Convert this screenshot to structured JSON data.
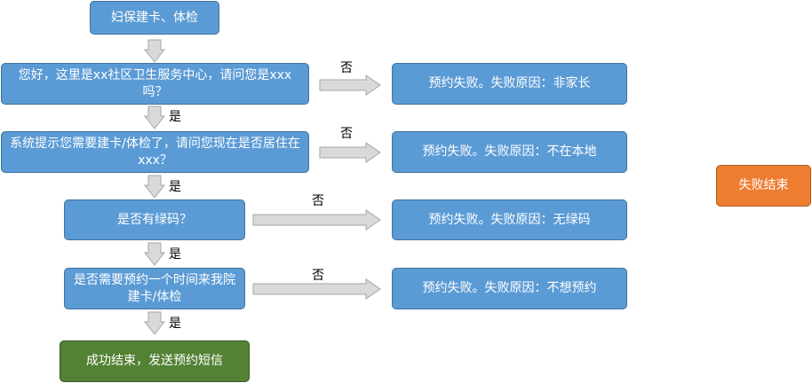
{
  "title": "妇保建卡、体检",
  "steps": [
    "您好，这里是xx社区卫生服务中心，请问您是xxx吗？",
    "系统提示您需要建卡/体检了，请问您现在是否居住在xxx？",
    "是否有绿码？",
    "是否需要预约一个时间来我院建卡/体检"
  ],
  "failures": [
    "预约失败。失败原因：非家长",
    "预约失败。失败原因：不在本地",
    "预约失败。失败原因：无绿码",
    "预约失败。失败原因：不想预约"
  ],
  "fail_end": "失败结束",
  "success_end": "成功结束，发送预约短信",
  "labels": {
    "yes": "是",
    "no": "否"
  },
  "colors": {
    "process": "#5b9bd5",
    "fail_end": "#ed7d31",
    "success_end": "#548235",
    "arrow": "#d9d9d9"
  }
}
